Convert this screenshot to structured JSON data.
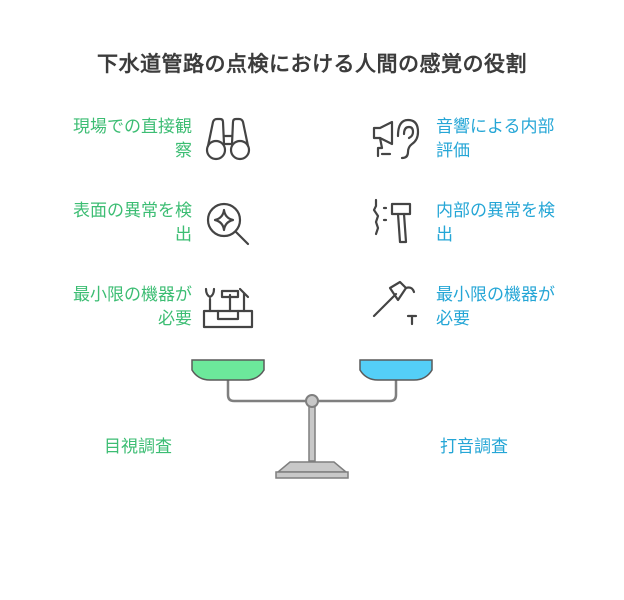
{
  "title": "下水道管路の点検における人間の感覚の役割",
  "colors": {
    "left": "#3cbd73",
    "right": "#25a6d6",
    "icon": "#444444",
    "pan_left": "#6ce89b",
    "pan_right": "#54cff7"
  },
  "left": {
    "caption": "目視調査",
    "items": [
      {
        "line1": "現場での直接観",
        "line2": "察",
        "icon": "binoculars-icon"
      },
      {
        "line1": "表面の異常を検",
        "line2": "出",
        "icon": "magnifier-sparkle-icon"
      },
      {
        "line1": "最小限の機器が",
        "line2": "必要",
        "icon": "toolbox-icon"
      }
    ]
  },
  "right": {
    "caption": "打音調査",
    "items": [
      {
        "line1": "音響による内部",
        "line2": "評価",
        "icon": "ear-megaphone-icon"
      },
      {
        "line1": "内部の異常を検",
        "line2": "出",
        "icon": "hammer-crack-icon"
      },
      {
        "line1": "最小限の機器が",
        "line2": "必要",
        "icon": "hammer-nail-icon"
      }
    ]
  }
}
